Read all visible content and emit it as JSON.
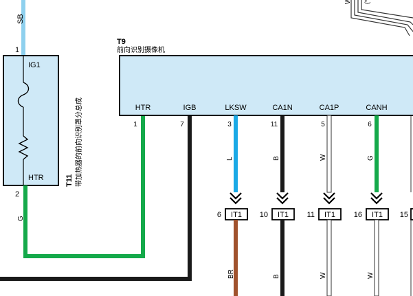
{
  "colors": {
    "light_blue_fill": "#cfe9f7",
    "wire_sky_blue": "#8ed0ee",
    "wire_blue": "#1aa9e6",
    "wire_green": "#14a94a",
    "wire_black": "#1a1a1a",
    "wire_brown": "#a0522d",
    "wire_white_outline": "#333333"
  },
  "harness": {
    "left_sb_wire": {
      "color_code": "SB",
      "pin": "1"
    },
    "heater_assembly": {
      "id": "T11",
      "name": "带加热器的前向识别罩分总成",
      "top_pin_label": "IG1",
      "bottom_pin_label": "HTR",
      "bottom_pin": "2",
      "bottom_wire_color": "G"
    },
    "camera": {
      "id": "T9",
      "name": "前向识别摄像机",
      "pins": [
        {
          "label": "HTR",
          "pin": "1",
          "wire_color": ""
        },
        {
          "label": "IGB",
          "pin": "7",
          "wire_color": ""
        },
        {
          "label": "LKSW",
          "pin": "3",
          "wire_color": "L"
        },
        {
          "label": "CA1N",
          "pin": "11",
          "wire_color": "B"
        },
        {
          "label": "CA1P",
          "pin": "5",
          "wire_color": "W"
        },
        {
          "label": "CANH",
          "pin": "6",
          "wire_color": "G"
        }
      ]
    },
    "connectors": [
      {
        "pin": "6",
        "label": "IT1",
        "lower_wire_color": "BR"
      },
      {
        "pin": "10",
        "label": "IT1",
        "lower_wire_color": "B"
      },
      {
        "pin": "11",
        "label": "IT1",
        "lower_wire_color": "W"
      },
      {
        "pin": "16",
        "label": "IT1",
        "lower_wire_color": "W"
      },
      {
        "pin": "15",
        "label": "",
        "lower_wire_color": ""
      }
    ],
    "top_right_wire_color": "W",
    "top_right_mark": "(*"
  }
}
